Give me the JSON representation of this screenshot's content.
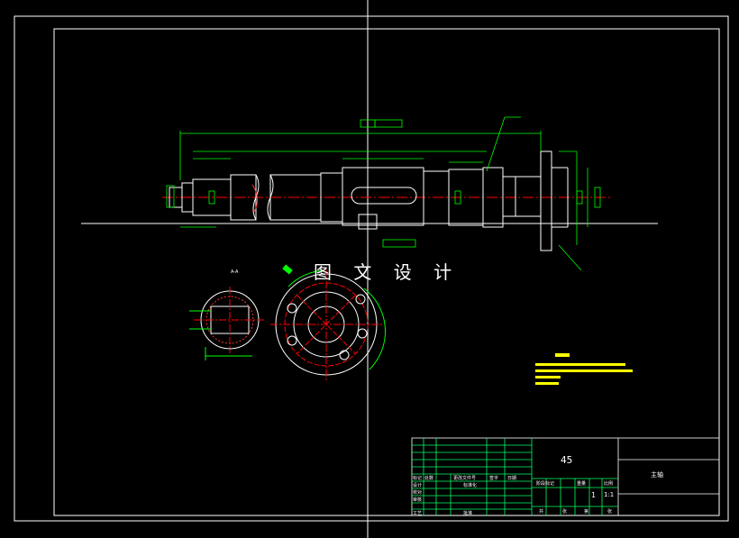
{
  "watermark_text": "图 文 设 计",
  "title_block": {
    "material": "45",
    "part_name": "主轴",
    "scale": "1:1",
    "qty": "1",
    "header_labels": [
      "标记",
      "处数",
      "更改文件号",
      "签字",
      "日期"
    ],
    "row_labels": [
      "设计",
      "校对",
      "审核",
      "工艺",
      "标准化",
      "批准"
    ],
    "right_labels": [
      "阶段标记",
      "重量",
      "比例"
    ],
    "bottom_labels": [
      "共",
      "张",
      "第",
      "张"
    ]
  },
  "view_labels": {
    "section": "A-A"
  },
  "colors": {
    "geometry": "#ffffff",
    "dimension": "#00ff00",
    "centerline": "#ff0000",
    "hatch": "#ff3333",
    "annotation": "#ffff00",
    "title_grid": "#00ff66",
    "border": "#ffffff"
  }
}
